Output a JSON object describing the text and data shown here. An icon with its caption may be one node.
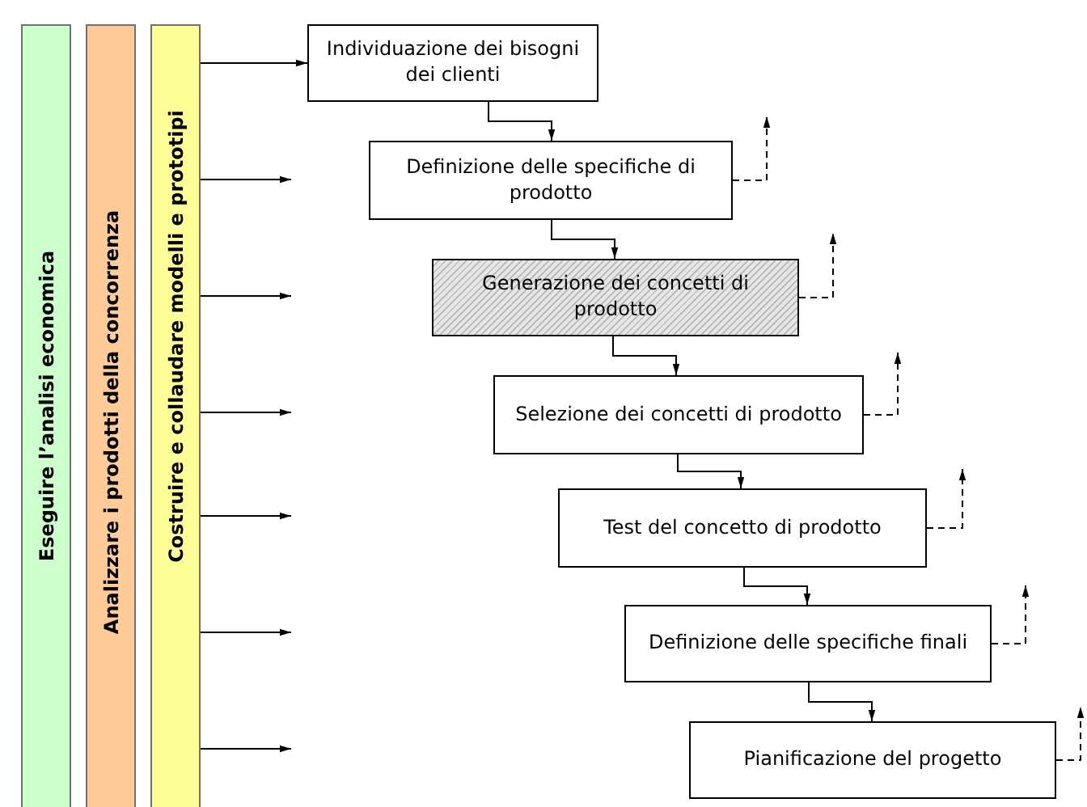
{
  "diagram": {
    "nodes": [
      {
        "text": [
          "Eseguire l’analisi economica"
        ]
      },
      {
        "text": [
          "Analizzare i prodotti della concorrenza"
        ]
      },
      {
        "text": [
          "Costruire e collaudare modelli e prototipi"
        ]
      },
      {
        "text": [
          "Individuazione dei bisogni dei clienti"
        ]
      },
      {
        "text": [
          "Definizione delle specifiche di prodotto"
        ]
      },
      {
        "text": [
          "Generazione dei concetti di prodotto"
        ]
      },
      {
        "text": [
          "Selezione dei concetti di prodotto"
        ]
      },
      {
        "text": [
          "Test del concetto di prodotto"
        ]
      },
      {
        "text": [
          "Definizione delle specifiche finali"
        ]
      },
      {
        "text": [
          "Pianificazione del progetto"
        ]
      }
    ],
    "edges": [
      {
        "from": 2,
        "to": 3,
        "arrow": "to"
      },
      {
        "from": 2,
        "to": null,
        "arrow": "to"
      },
      {
        "from": 2,
        "to": null,
        "arrow": "to"
      },
      {
        "from": 2,
        "to": null,
        "arrow": "to"
      },
      {
        "from": 2,
        "to": null,
        "arrow": "to"
      },
      {
        "from": 2,
        "to": null,
        "arrow": "to"
      },
      {
        "from": 2,
        "to": null,
        "arrow": "to"
      },
      {
        "from": 3,
        "to": 4,
        "arrow": "to"
      },
      {
        "from": 4,
        "to": 5,
        "arrow": "to"
      },
      {
        "from": 5,
        "to": 6,
        "arrow": "to"
      },
      {
        "from": 6,
        "to": 7,
        "arrow": "to"
      },
      {
        "from": 7,
        "to": 8,
        "arrow": "to"
      },
      {
        "from": 8,
        "to": 9,
        "arrow": "to"
      },
      {
        "from": 4,
        "to": null,
        "arrow": "to",
        "style": "dashed"
      },
      {
        "from": 5,
        "to": null,
        "arrow": "to",
        "style": "dashed"
      },
      {
        "from": 6,
        "to": null,
        "arrow": "to",
        "style": "dashed"
      },
      {
        "from": 7,
        "to": null,
        "arrow": "to",
        "style": "dashed"
      },
      {
        "from": 8,
        "to": null,
        "arrow": "to",
        "style": "dashed"
      },
      {
        "from": 9,
        "to": null,
        "arrow": "to",
        "style": "dashed"
      }
    ]
  }
}
